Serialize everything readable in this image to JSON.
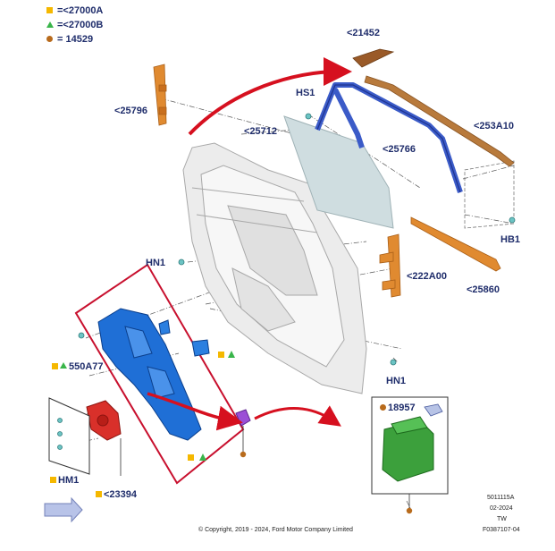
{
  "legend": [
    {
      "symbol": "square",
      "color": "#f5b800",
      "text": "=<27000A"
    },
    {
      "symbol": "triangle",
      "color": "#39b54a",
      "text": "=<27000B"
    },
    {
      "symbol": "circle",
      "color": "#b86b1c",
      "text": "= 14529"
    }
  ],
  "callouts": {
    "p21452": "<21452",
    "p25796": "<25796",
    "hs1": "HS1",
    "p25712": "<25712",
    "p25766": "<25766",
    "p253a10": "<253A10",
    "hb1": "HB1",
    "hn1_top": "HN1",
    "p222a00": "<222A00",
    "p25860": "<25860",
    "p550a77": "550A77",
    "hn1_bottom": "HN1",
    "p18957": "18957",
    "hm1": "HM1",
    "p23394": "<23394"
  },
  "meta": {
    "id": "5011115A",
    "date": "02-2024",
    "tw": "TW",
    "ref": "F0387107-04"
  },
  "copyright": "© Copyright, 2019 - 2024, Ford Motor Company Limited",
  "colors": {
    "label": "#1f2d6b",
    "highlight_frame": "#c8102e",
    "arrow": "#d6101f",
    "regulator": "#1f6fd6",
    "motor": "#3ca03c",
    "channel": "#3b5bc8",
    "seal": "#e08a30",
    "glass": "#cfdde0",
    "door": "#e6e6e6"
  }
}
